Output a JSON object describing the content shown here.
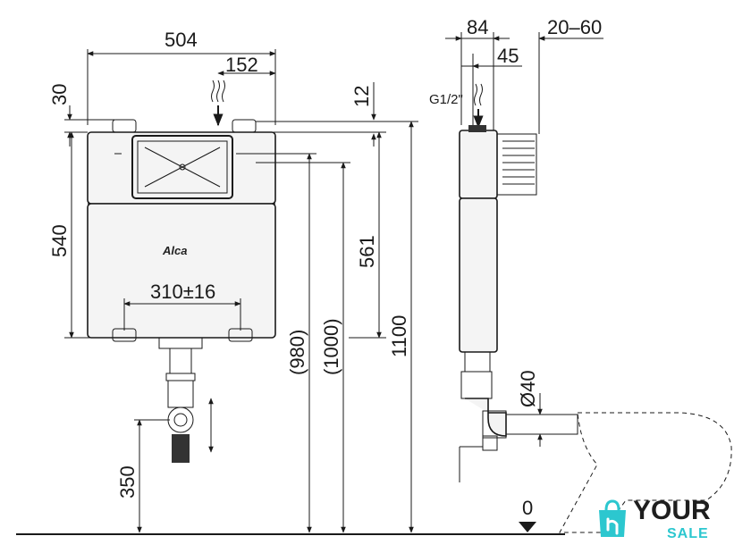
{
  "front_view": {
    "dims": {
      "width": "504",
      "offset": "152",
      "top_gap": "30",
      "height": "540",
      "spacing": "310±16",
      "mount": "350",
      "h980": "(980)",
      "h1000": "(1000)",
      "h1100": "1100"
    },
    "brand": "Alca"
  },
  "side_view": {
    "dims": {
      "depth": "84",
      "adjust": "20–60",
      "inner": "45",
      "supply": "G1/2\"",
      "top": "12",
      "h561": "561",
      "pipe": "Ø40",
      "floor": "0"
    }
  },
  "watermark": {
    "word1": "YOUR",
    "word2": "SALE",
    "accent": "#2cc7cf"
  }
}
